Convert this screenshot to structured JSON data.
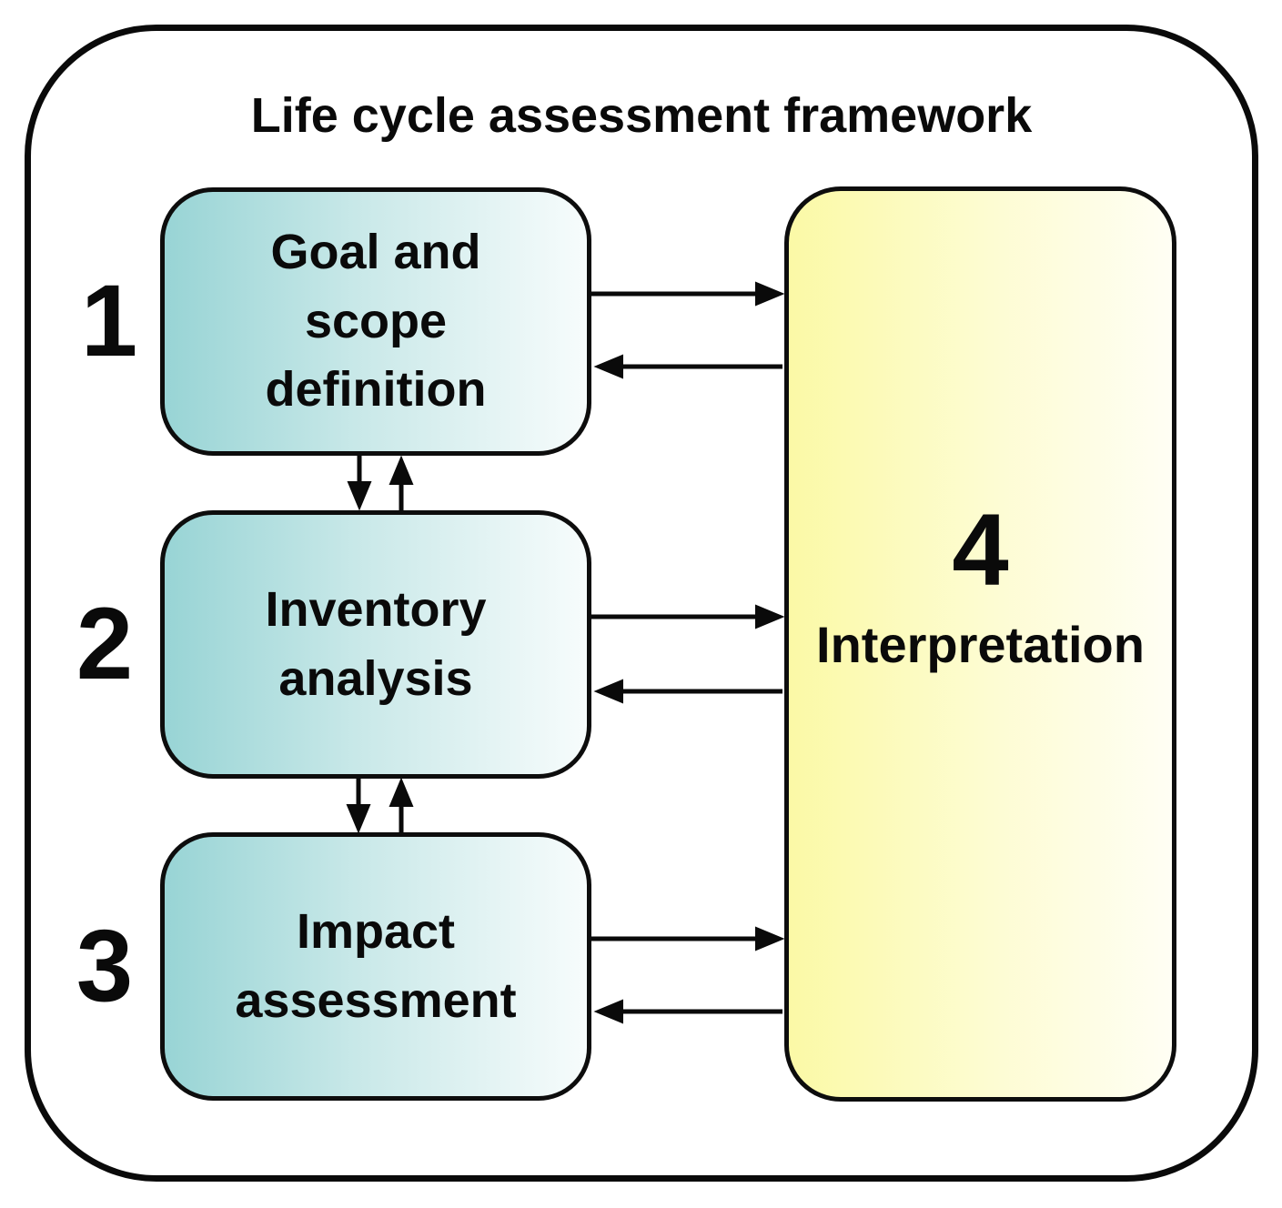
{
  "diagram": {
    "title": "Life cycle assessment framework",
    "steps": [
      {
        "number": "1",
        "label": "Goal and\nscope\ndefinition"
      },
      {
        "number": "2",
        "label": "Inventory\nanalysis"
      },
      {
        "number": "3",
        "label": "Impact\nassessment"
      }
    ],
    "interpretation": {
      "number": "4",
      "label": "Interpretation"
    },
    "relationships": [
      {
        "from": "Goal and scope definition",
        "to": "Interpretation",
        "bidirectional": true
      },
      {
        "from": "Inventory analysis",
        "to": "Interpretation",
        "bidirectional": true
      },
      {
        "from": "Impact assessment",
        "to": "Interpretation",
        "bidirectional": true
      },
      {
        "from": "Goal and scope definition",
        "to": "Inventory analysis",
        "bidirectional": true
      },
      {
        "from": "Inventory analysis",
        "to": "Impact assessment",
        "bidirectional": true
      }
    ],
    "colors": {
      "step_box_gradient_start": "#98d4d5",
      "step_box_gradient_end": "#f7fcfc",
      "interpretation_gradient_start": "#fbf9a6",
      "interpretation_gradient_end": "#fffef4",
      "outline": "#0a0a0a",
      "background": "#ffffff"
    }
  }
}
